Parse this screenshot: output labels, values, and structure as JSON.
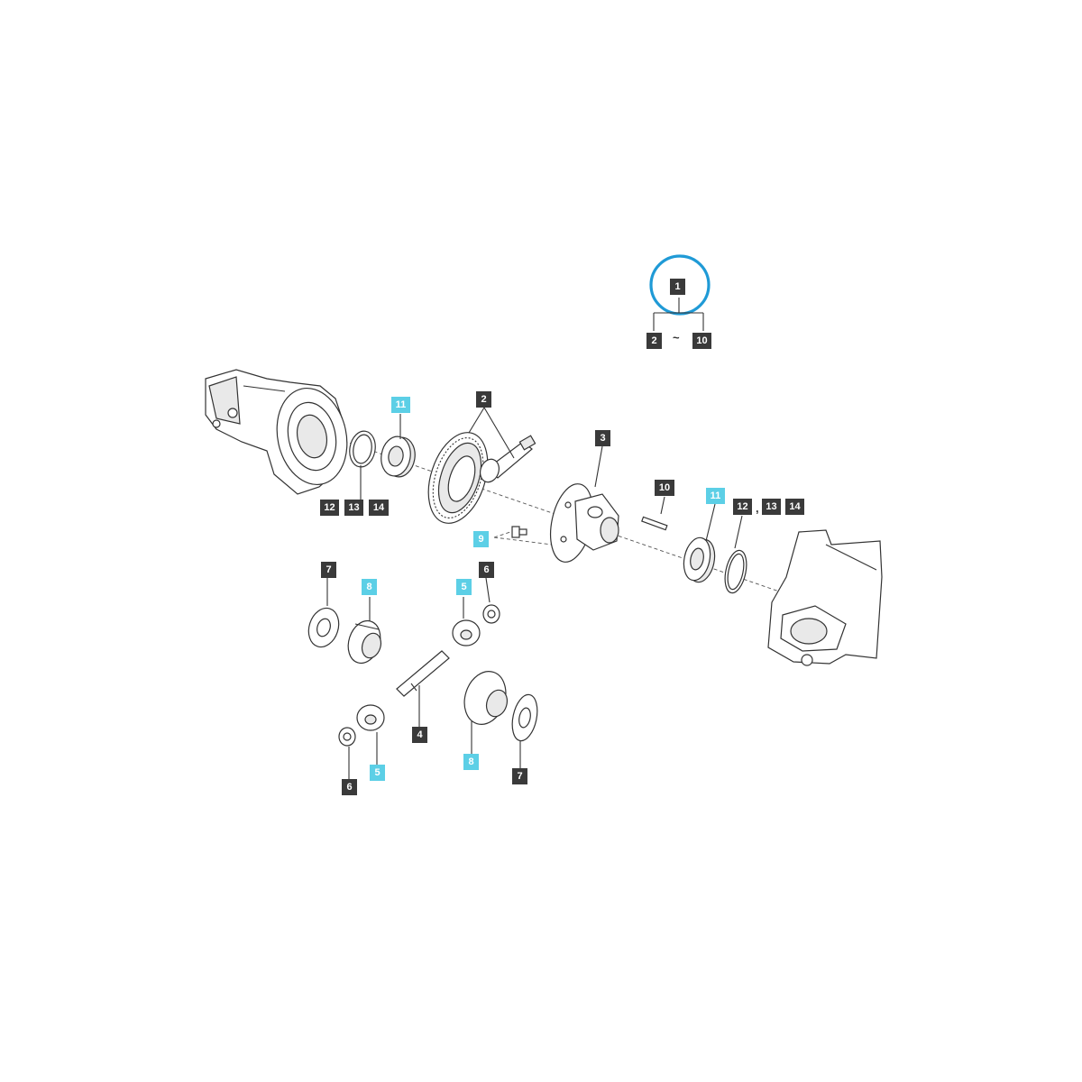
{
  "colors": {
    "highlight_circle": "#1f9ad6",
    "label_dark": "#3a3a3a",
    "label_cyan": "#5ccfe6",
    "line": "#333333"
  },
  "assembly": {
    "main": "1",
    "range_start": "2",
    "range_sep": "~",
    "range_end": "10"
  },
  "labels": {
    "l11a": "11",
    "l2": "2",
    "l3": "3",
    "l10": "10",
    "l11b": "11",
    "l12a": "12",
    "l13a": "13",
    "l14a": "14",
    "l12b": "12",
    "sep_comma": ",",
    "l13b": "13",
    "l14b": "14",
    "l9": "9",
    "l7a": "7",
    "l8a": "8",
    "l5a": "5",
    "l6a": "6",
    "l4": "4",
    "l5b": "5",
    "l6b": "6",
    "l8b": "8",
    "l7b": "7"
  }
}
